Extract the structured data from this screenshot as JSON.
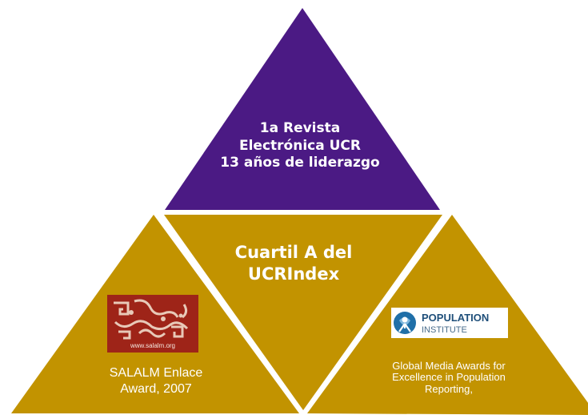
{
  "colors": {
    "top_triangle": "#4b1a84",
    "gold_triangles": "#c29300",
    "text": "#ffffff",
    "salalm_logo_red": "#9e2418",
    "population_logo_blue": "#1f6fa8"
  },
  "top": {
    "lines": [
      "1a Revista",
      "Electrónica UCR",
      "13 años de liderazgo"
    ]
  },
  "middle": {
    "lines": [
      "Cuartil A del",
      "UCRIndex"
    ]
  },
  "left": {
    "logo_text": "www.salalm.org",
    "lines": [
      "SALALM Enlace",
      "Award, 2007"
    ]
  },
  "right": {
    "logo_line1": "POPULATION",
    "logo_line2": "INSTITUTE",
    "lines": [
      "Global Media Awards for",
      "Excellence in Population",
      "Reporting,"
    ]
  }
}
